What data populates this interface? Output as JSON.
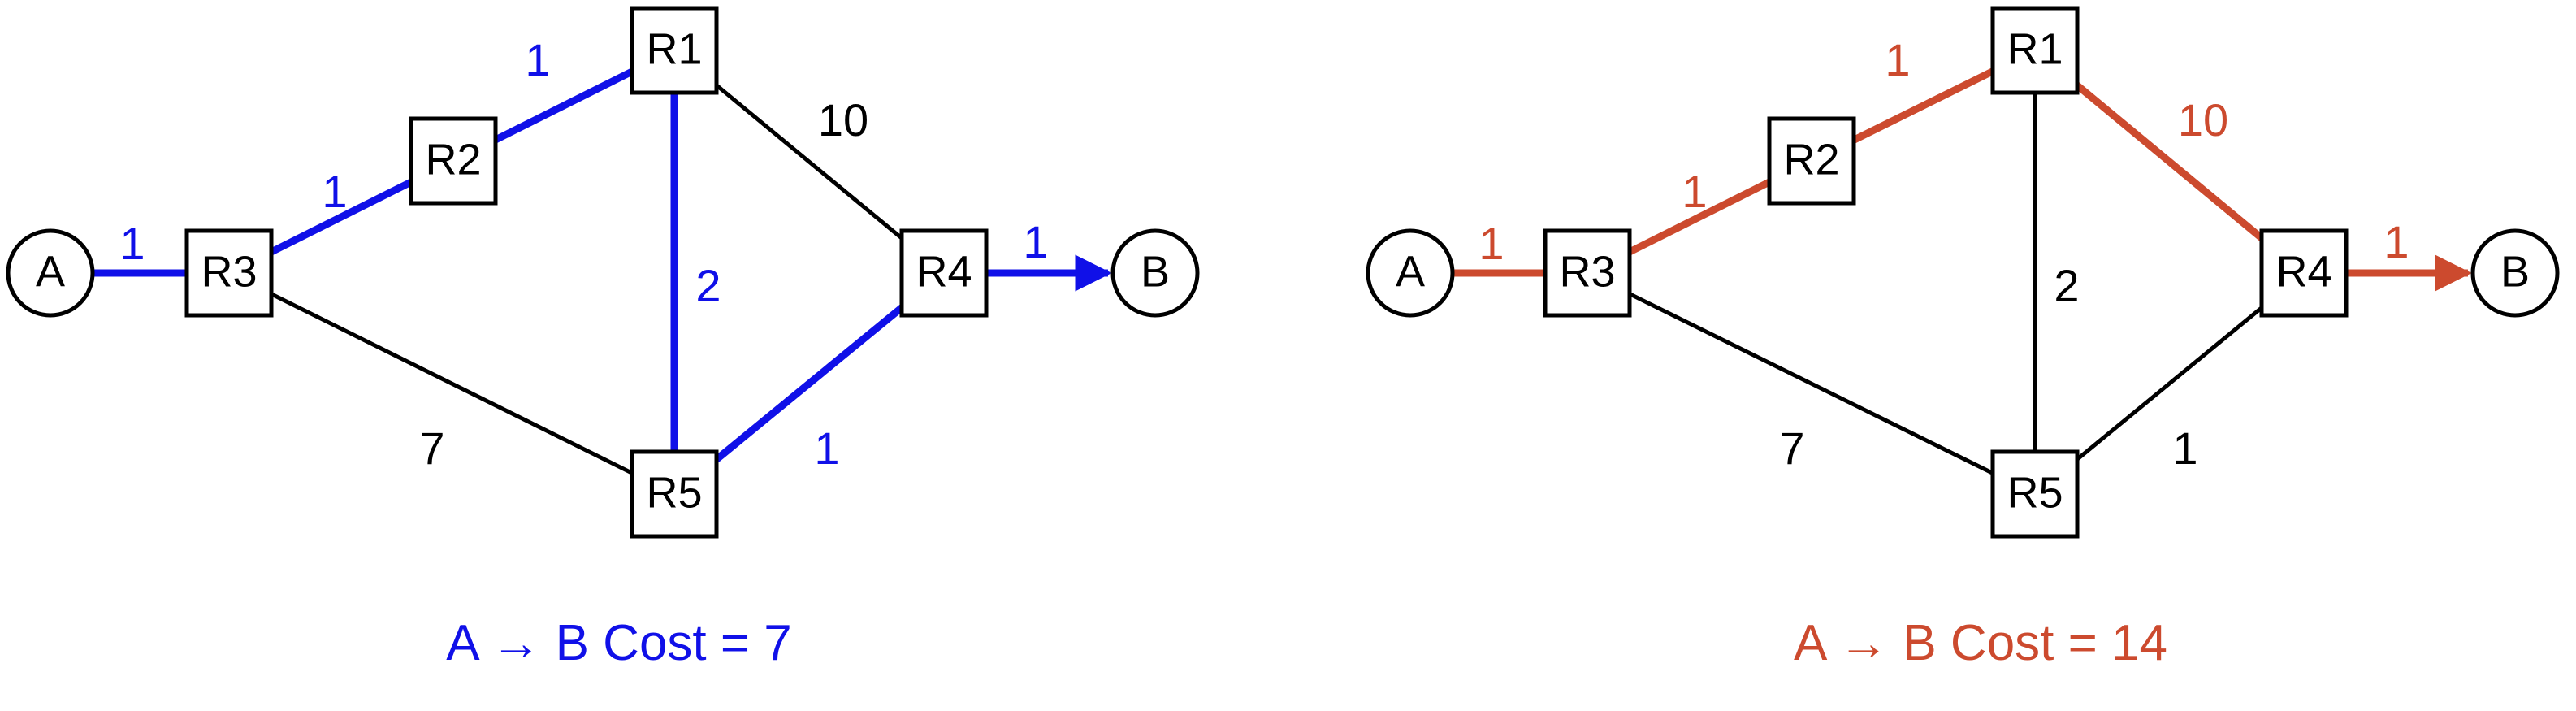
{
  "colors": {
    "default_edge": "#000000",
    "left_path": "#1010e8",
    "right_path": "#cc4a2e",
    "node_stroke": "#000000",
    "node_fill": "#ffffff"
  },
  "node_shapes": {
    "endpoint": "circle",
    "router": "square"
  },
  "diagrams": [
    {
      "id": "left",
      "path_color_key": "left_path",
      "caption": "A → B Cost = 7",
      "nodes": [
        {
          "id": "A",
          "label": "A",
          "kind": "endpoint"
        },
        {
          "id": "R3",
          "label": "R3",
          "kind": "router"
        },
        {
          "id": "R2",
          "label": "R2",
          "kind": "router"
        },
        {
          "id": "R1",
          "label": "R1",
          "kind": "router"
        },
        {
          "id": "R5",
          "label": "R5",
          "kind": "router"
        },
        {
          "id": "R4",
          "label": "R4",
          "kind": "router"
        },
        {
          "id": "B",
          "label": "B",
          "kind": "endpoint"
        }
      ],
      "edges": [
        {
          "from": "A",
          "to": "R3",
          "cost": "1",
          "highlighted": true,
          "arrow": false
        },
        {
          "from": "R3",
          "to": "R2",
          "cost": "1",
          "highlighted": true,
          "arrow": false
        },
        {
          "from": "R2",
          "to": "R1",
          "cost": "1",
          "highlighted": true,
          "arrow": false
        },
        {
          "from": "R1",
          "to": "R4",
          "cost": "10",
          "highlighted": false,
          "arrow": false
        },
        {
          "from": "R1",
          "to": "R5",
          "cost": "2",
          "highlighted": true,
          "arrow": false
        },
        {
          "from": "R3",
          "to": "R5",
          "cost": "7",
          "highlighted": false,
          "arrow": false
        },
        {
          "from": "R5",
          "to": "R4",
          "cost": "1",
          "highlighted": true,
          "arrow": false
        },
        {
          "from": "R4",
          "to": "B",
          "cost": "1",
          "highlighted": true,
          "arrow": true
        }
      ]
    },
    {
      "id": "right",
      "path_color_key": "right_path",
      "caption": "A → B Cost = 14",
      "nodes": [
        {
          "id": "A",
          "label": "A",
          "kind": "endpoint"
        },
        {
          "id": "R3",
          "label": "R3",
          "kind": "router"
        },
        {
          "id": "R2",
          "label": "R2",
          "kind": "router"
        },
        {
          "id": "R1",
          "label": "R1",
          "kind": "router"
        },
        {
          "id": "R5",
          "label": "R5",
          "kind": "router"
        },
        {
          "id": "R4",
          "label": "R4",
          "kind": "router"
        },
        {
          "id": "B",
          "label": "B",
          "kind": "endpoint"
        }
      ],
      "edges": [
        {
          "from": "A",
          "to": "R3",
          "cost": "1",
          "highlighted": true,
          "arrow": false
        },
        {
          "from": "R3",
          "to": "R2",
          "cost": "1",
          "highlighted": true,
          "arrow": false
        },
        {
          "from": "R2",
          "to": "R1",
          "cost": "1",
          "highlighted": true,
          "arrow": false
        },
        {
          "from": "R1",
          "to": "R4",
          "cost": "10",
          "highlighted": true,
          "arrow": false
        },
        {
          "from": "R1",
          "to": "R5",
          "cost": "2",
          "highlighted": false,
          "arrow": false
        },
        {
          "from": "R3",
          "to": "R5",
          "cost": "7",
          "highlighted": false,
          "arrow": false
        },
        {
          "from": "R5",
          "to": "R4",
          "cost": "1",
          "highlighted": false,
          "arrow": false
        },
        {
          "from": "R4",
          "to": "B",
          "cost": "1",
          "highlighted": true,
          "arrow": true
        }
      ]
    }
  ]
}
